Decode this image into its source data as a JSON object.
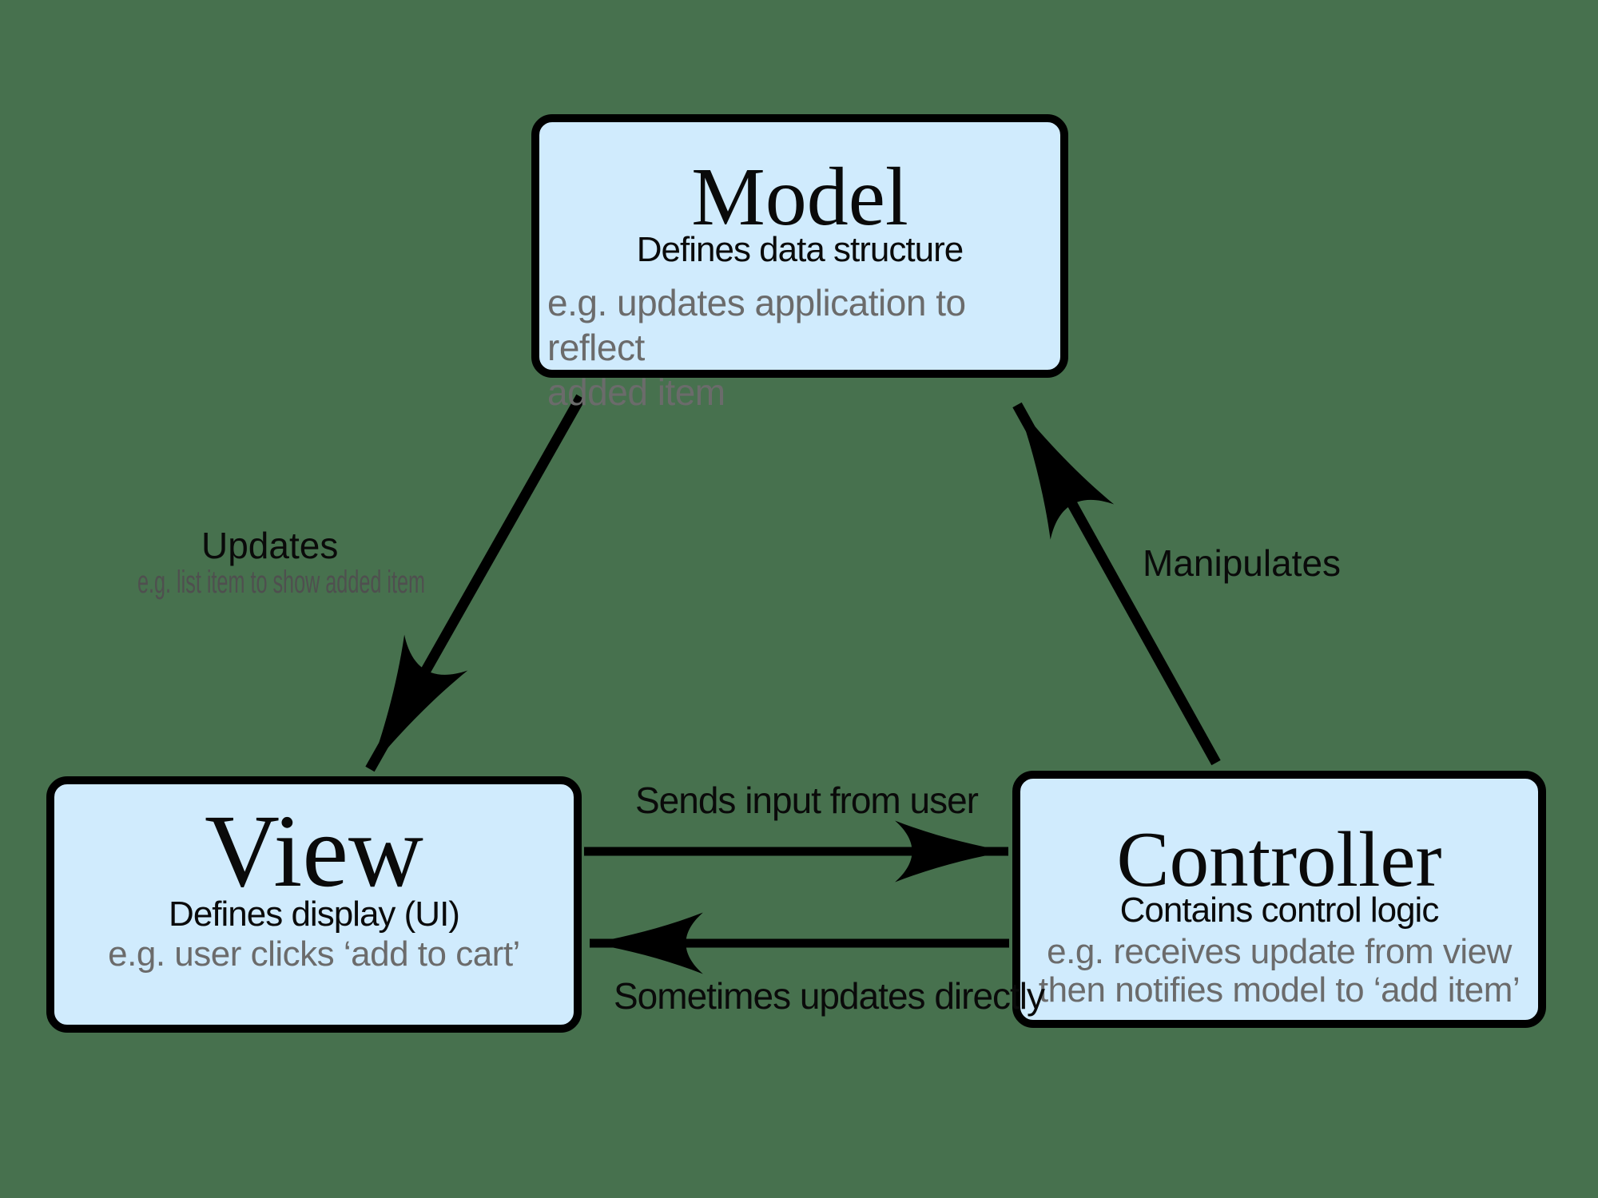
{
  "colors": {
    "background": "#47714E",
    "box_fill": "#D0EBFD",
    "box_border": "#000000",
    "text_black": "#0A0A0A",
    "text_gray": "#6B6B6B",
    "sublabel_gray": "#4F4F4F",
    "arrow": "#000000"
  },
  "nodes": {
    "model": {
      "title": "Model",
      "subtitle": "Defines data structure",
      "example_lines": [
        "e.g. updates application to reflect",
        "added item"
      ]
    },
    "view": {
      "title": "View",
      "subtitle": "Defines display (UI)",
      "example_lines": [
        "e.g. user clicks ‘add to cart’"
      ]
    },
    "controller": {
      "title": "Controller",
      "subtitle": "Contains control logic",
      "example_lines": [
        "e.g. receives update from view",
        "then notifies model to ‘add item’"
      ]
    }
  },
  "edges": {
    "model_to_view": {
      "label": "Updates",
      "sublabel": "e.g. list item to show added item"
    },
    "controller_to_model": {
      "label": "Manipulates"
    },
    "view_to_controller": {
      "label": "Sends input from user"
    },
    "controller_to_view": {
      "label": "Sometimes updates directly"
    }
  }
}
